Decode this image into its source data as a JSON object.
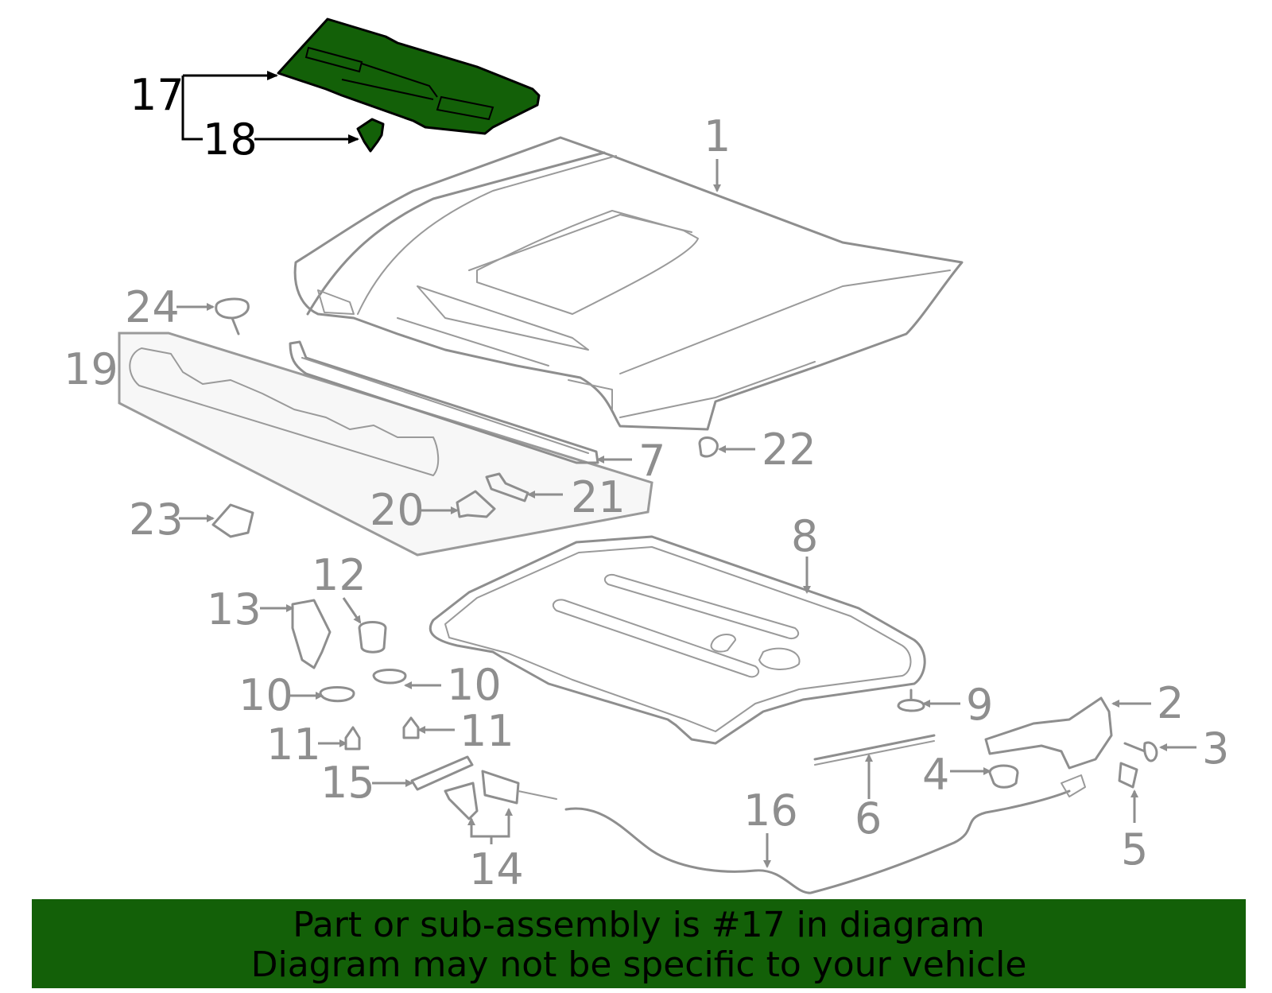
{
  "highlight_color": "#136008",
  "footer": {
    "line1": "Part or sub-assembly is #17 in diagram",
    "line2": "Diagram may not be specific to your vehicle"
  },
  "callouts": {
    "c1": "1",
    "c2": "2",
    "c3": "3",
    "c4": "4",
    "c5": "5",
    "c6": "6",
    "c7": "7",
    "c8": "8",
    "c9": "9",
    "c10a": "10",
    "c10b": "10",
    "c11a": "11",
    "c11b": "11",
    "c12": "12",
    "c13": "13",
    "c14": "14",
    "c15": "15",
    "c16": "16",
    "c17": "17",
    "c18": "18",
    "c19": "19",
    "c20": "20",
    "c21": "21",
    "c22": "22",
    "c23": "23",
    "c24": "24"
  }
}
